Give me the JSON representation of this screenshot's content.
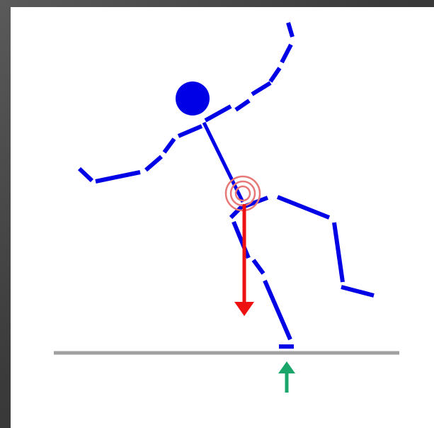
{
  "figure": {
    "background": "#ffffff",
    "frame_color": "#4a4a4a",
    "figure_color": "#0000e6",
    "center_of_mass_marker_color": "#e87878",
    "gravity_arrow_color": "#ee1111",
    "ground_reaction_arrow_color": "#1aa56a",
    "ground_color": "#a0a0a0",
    "icons": {
      "head": "head-circle",
      "center_of_mass": "concentric-target",
      "gravity": "down-arrow",
      "ground_reaction": "up-arrow"
    }
  }
}
